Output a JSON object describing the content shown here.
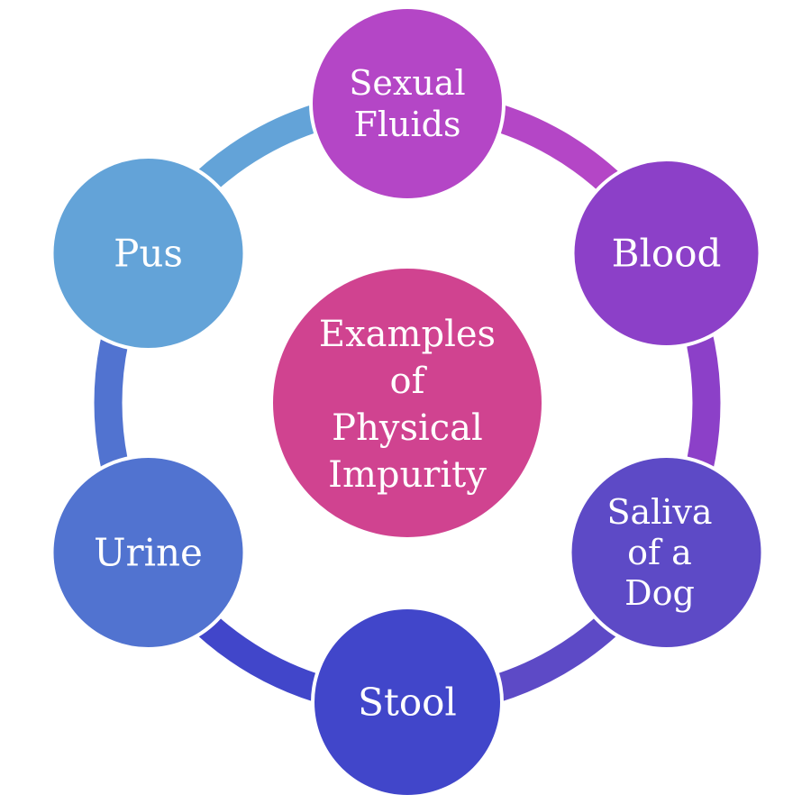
{
  "diagram": {
    "background_color": "#ffffff",
    "text_color": "#ffffff",
    "center": {
      "label": "Examples of Physical Impurity",
      "label_lines": [
        "Examples",
        "of",
        "Physical",
        "Impurity"
      ],
      "color": "#d04390"
    },
    "nodes": [
      {
        "id": "sexual-fluids",
        "label": "Sexual Fluids",
        "label_lines": [
          "Sexual",
          "Fluids"
        ],
        "color": "#b446c6",
        "position": "top"
      },
      {
        "id": "blood",
        "label": "Blood",
        "label_lines": [
          "Blood"
        ],
        "color": "#8c40c8",
        "position": "upper-right"
      },
      {
        "id": "saliva-of-a-dog",
        "label": "Saliva of a Dog",
        "label_lines": [
          "Saliva",
          "of a",
          "Dog"
        ],
        "color": "#5d4ac6",
        "position": "lower-right"
      },
      {
        "id": "stool",
        "label": "Stool",
        "label_lines": [
          "Stool"
        ],
        "color": "#4146ca",
        "position": "bottom"
      },
      {
        "id": "urine",
        "label": "Urine",
        "label_lines": [
          "Urine"
        ],
        "color": "#5173d0",
        "position": "lower-left"
      },
      {
        "id": "pus",
        "label": "Pus",
        "label_lines": [
          "Pus"
        ],
        "color": "#63a3d8",
        "position": "upper-left"
      }
    ]
  }
}
